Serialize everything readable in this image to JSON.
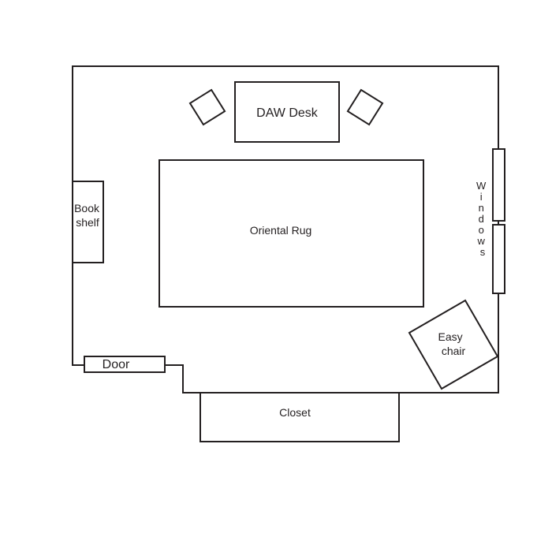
{
  "room": {
    "desk": "DAW Desk",
    "rug": "Oriental Rug",
    "bookshelf": [
      "Book",
      "shelf"
    ],
    "windows": [
      "W",
      "i",
      "n",
      "d",
      "o",
      "w",
      "s"
    ],
    "easy_chair": [
      "Easy",
      "chair"
    ],
    "door": "Door",
    "closet": "Closet"
  }
}
